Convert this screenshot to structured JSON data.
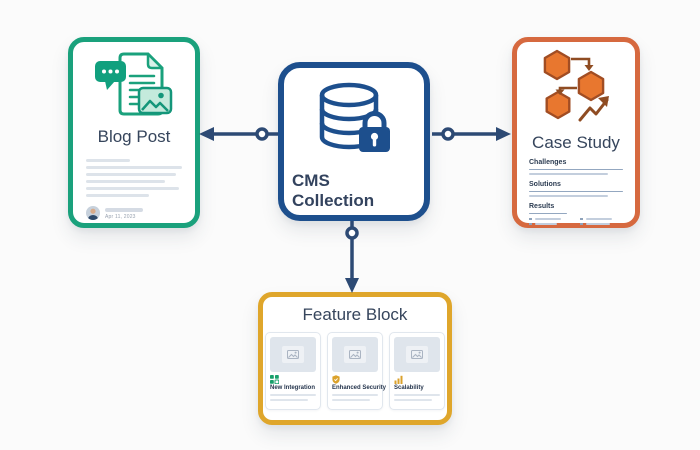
{
  "diagram": {
    "center": {
      "title": "CMS Collection",
      "icon": "database-lock-icon"
    },
    "connectors": [
      {
        "from": "cms-collection",
        "to": "blog-post",
        "direction": "left"
      },
      {
        "from": "cms-collection",
        "to": "case-study",
        "direction": "right"
      },
      {
        "from": "cms-collection",
        "to": "feature-block",
        "direction": "down"
      }
    ]
  },
  "cards": {
    "blog_post": {
      "title": "Blog Post",
      "icon": "blog-document-icon",
      "body_lines": 6,
      "author": {
        "avatar": "author-avatar",
        "date": "Apr 11, 2023"
      }
    },
    "case_study": {
      "title": "Case Study",
      "icon": "hexagon-flow-icon",
      "sections": [
        "Challenges",
        "Solutions",
        "Results"
      ],
      "results_bullets": 4
    },
    "feature_block": {
      "title": "Feature Block",
      "features": [
        {
          "label": "New Integration",
          "icon": "integration-grid-icon"
        },
        {
          "label": "Enhanced Security",
          "icon": "security-badge-icon"
        },
        {
          "label": "Scalability",
          "icon": "growth-bars-icon"
        }
      ]
    }
  },
  "colors": {
    "background": "#fbfbfb",
    "blog_border": "#1aa17c",
    "cms_border": "#1d4f8d",
    "case_border": "#d6693f",
    "feature_border": "#dfa62b",
    "connector": "#2d4a74",
    "title_text": "#36455c",
    "placeholder_line": "#dde3ea"
  }
}
